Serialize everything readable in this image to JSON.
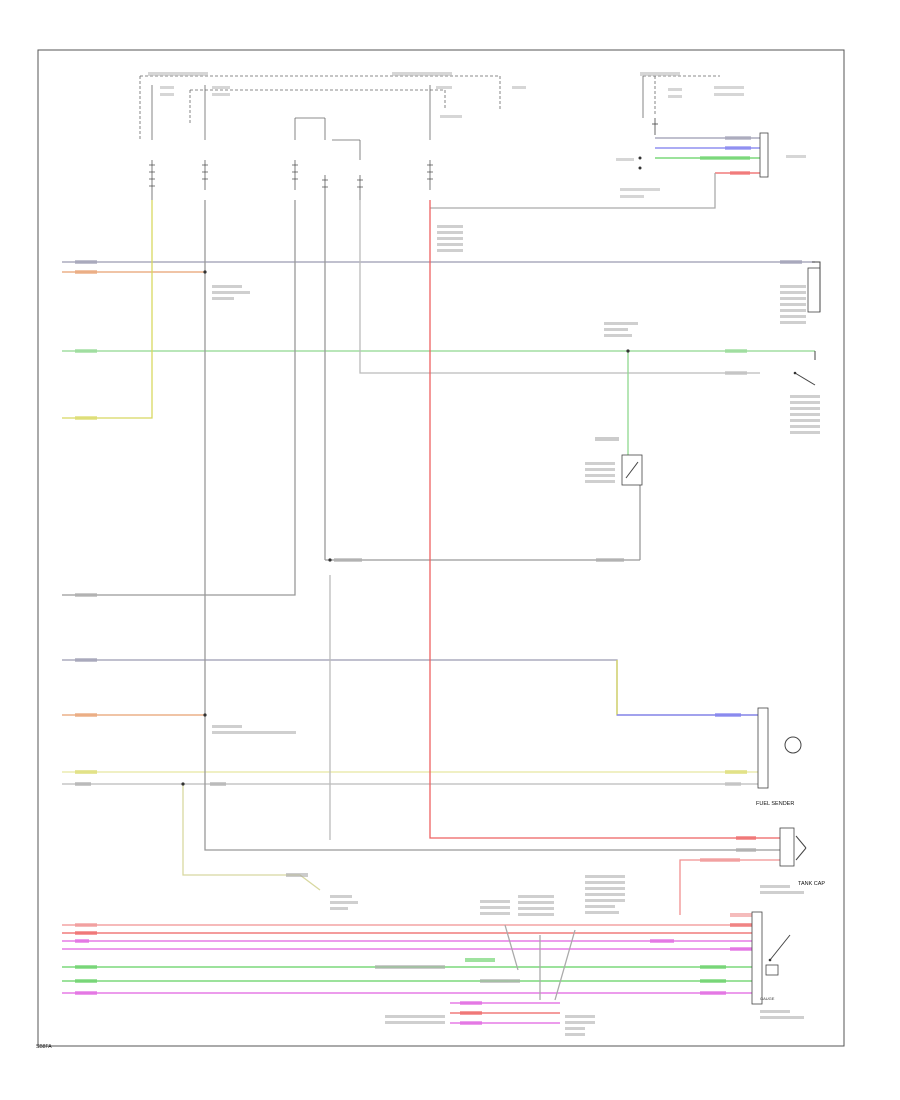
{
  "figure_label": "SB8FA",
  "components": {
    "fuel_sender": "FUEL SENDER",
    "tank_cap": "TANK CAP",
    "gauge": "GAUGE"
  },
  "wire_colors": {
    "pink_blu": "#9a9ab0",
    "yellow_grn": "#d8d860",
    "grn_wht": "#8fd88f",
    "red": "#ee6060",
    "blu": "#7a7aee",
    "orange": "#e8a070",
    "yellow": "#e8e8a0",
    "pink": "#e060e0",
    "green": "#60d060",
    "gray": "#777777",
    "salmon": "#f09090"
  }
}
